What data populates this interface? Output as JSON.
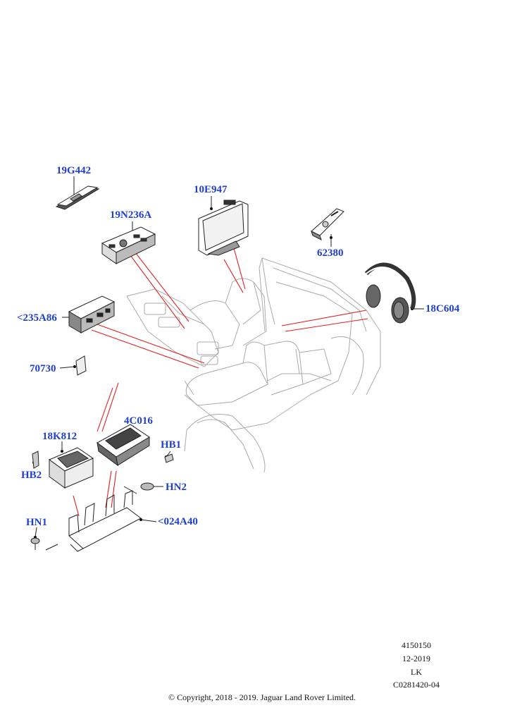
{
  "callouts": {
    "c19G442": "19G442",
    "c19N236A": "19N236A",
    "c10E947": "10E947",
    "c62380": "62380",
    "c18C604": "18C604",
    "c235A86": "<235A86",
    "c70730": "70730",
    "c4C016": "4C016",
    "c18K812": "18K812",
    "cHB1": "HB1",
    "cHB2": "HB2",
    "cHN2": "HN2",
    "cHN1": "HN1",
    "c024A40": "<024A40"
  },
  "meta": {
    "ref_number": "4150150",
    "date": "12-2019",
    "region": "LK",
    "drawing_code": "C0281420-04"
  },
  "copyright": "© Copyright, 2018 - 2019. Jaguar Land Rover Limited.",
  "colors": {
    "callout": "#1f3fd0",
    "leader_red": "#e02020",
    "line_art": "#222222",
    "ghost_vehicle": "#aaaaaa"
  }
}
